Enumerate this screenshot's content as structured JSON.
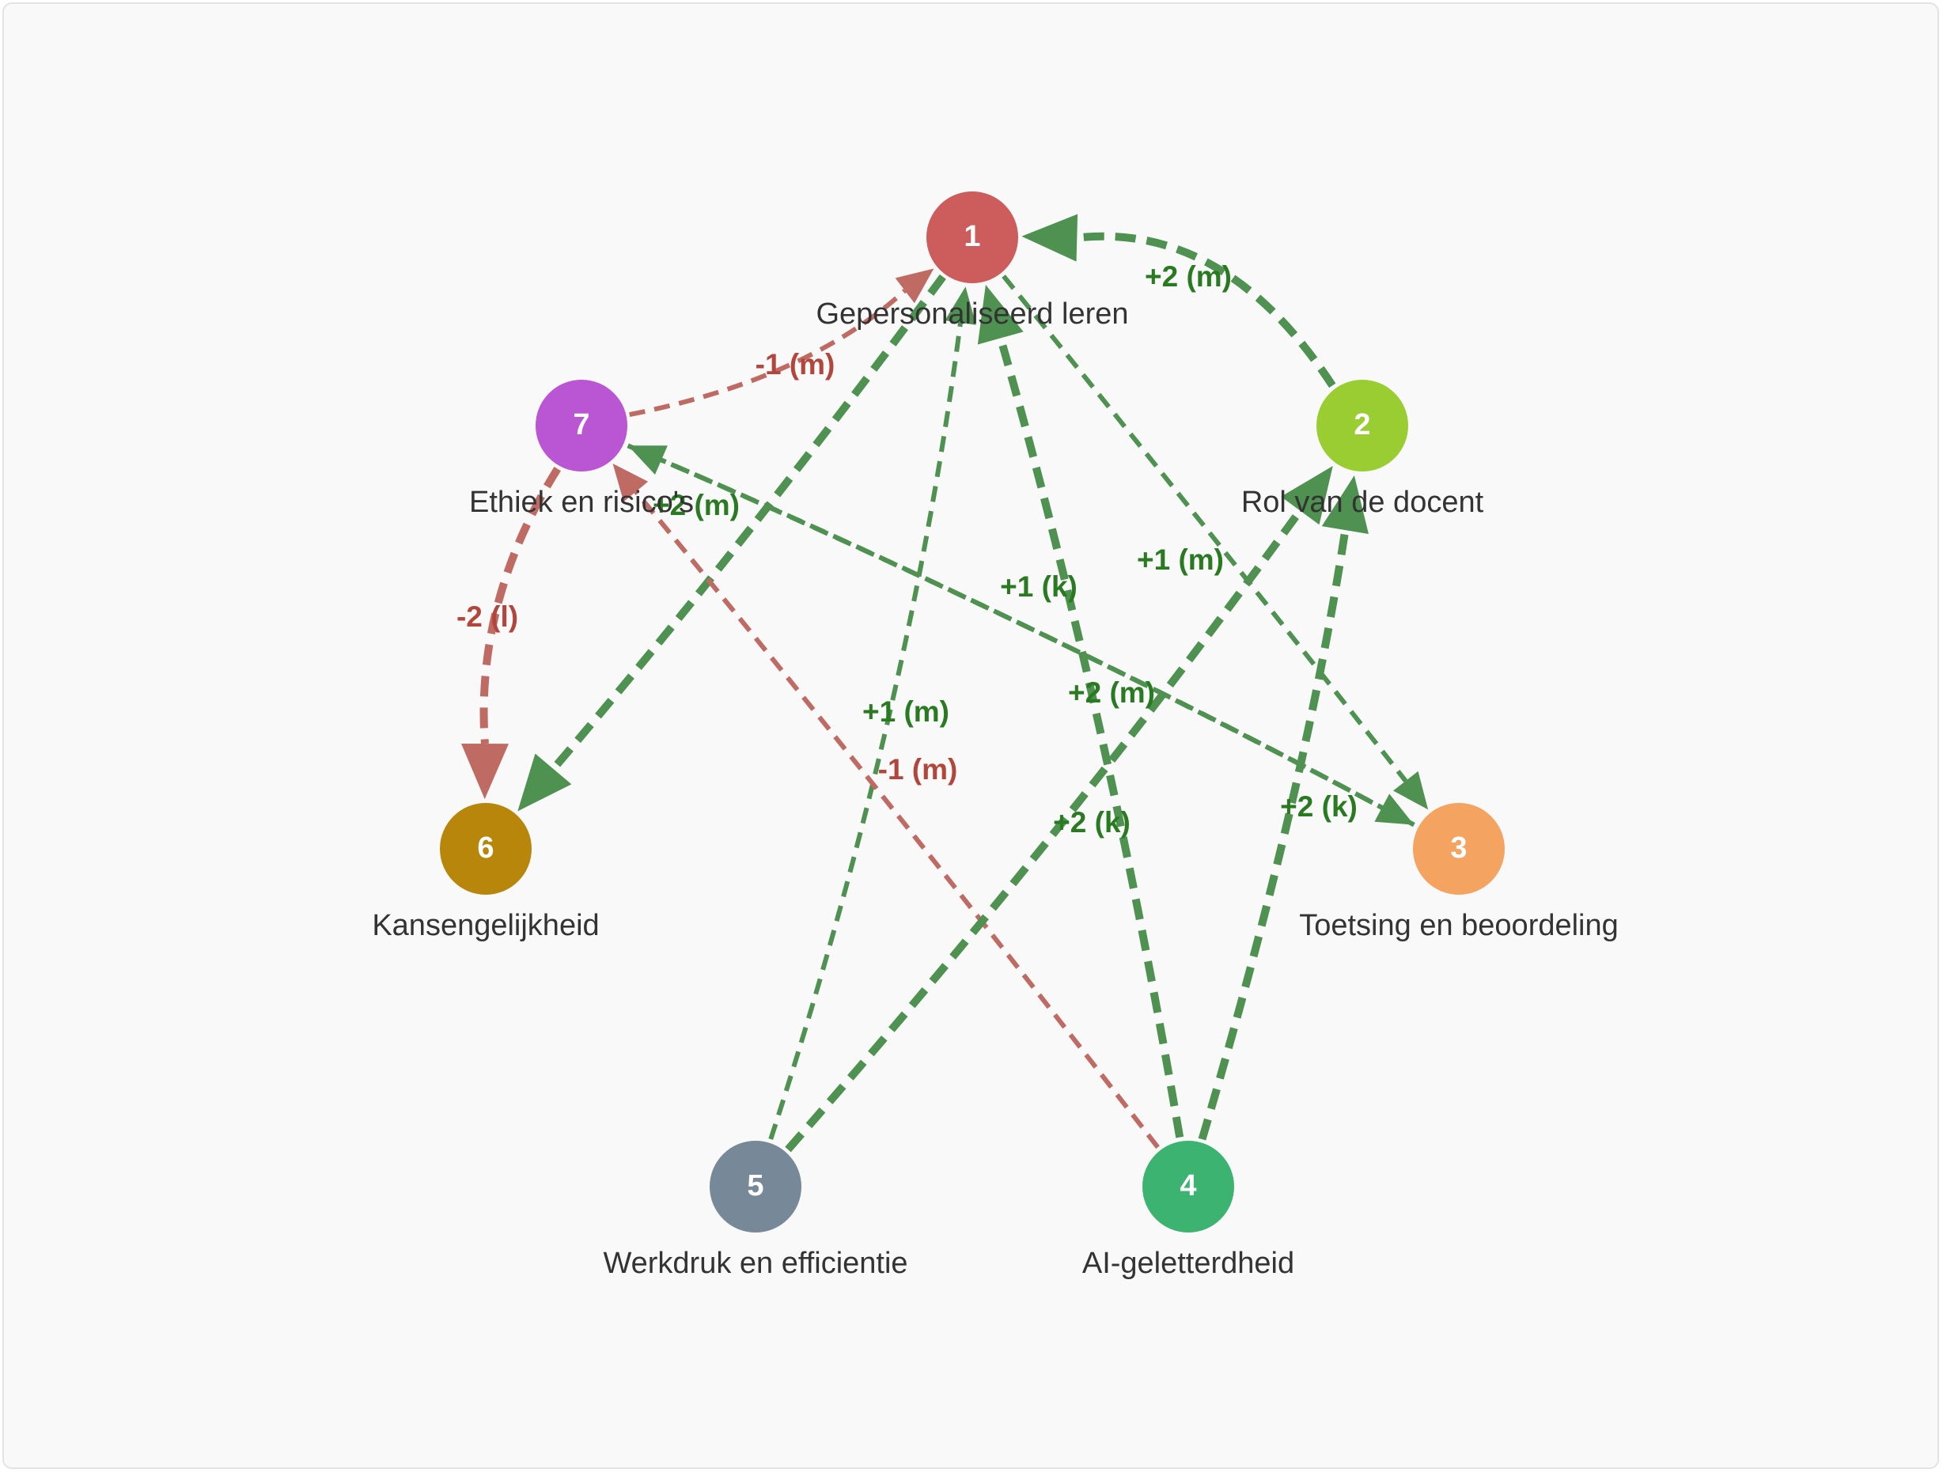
{
  "colors": {
    "positive": "#4e9150",
    "negative": "#bf6b64",
    "positive_text": "#2a7a22",
    "negative_text": "#b2463c"
  },
  "nodes": [
    {
      "id": "1",
      "label": "Gepersonaliseerd leren",
      "color": "#cd5c5c"
    },
    {
      "id": "2",
      "label": "Rol van de docent",
      "color": "#9acd32"
    },
    {
      "id": "3",
      "label": "Toetsing en beoordeling",
      "color": "#f4a460"
    },
    {
      "id": "4",
      "label": "AI-geletterdheid",
      "color": "#3cb371"
    },
    {
      "id": "5",
      "label": "Werkdruk en efficientie",
      "color": "#778899"
    },
    {
      "id": "6",
      "label": "Kansengelijkheid",
      "color": "#b8860b"
    },
    {
      "id": "7",
      "label": "Ethiek en risico's",
      "color": "#ba55d3"
    }
  ],
  "edges": [
    {
      "from": "2",
      "to": "1",
      "label": "+2 (m)",
      "sign": "positive",
      "weight": 2
    },
    {
      "from": "7",
      "to": "1",
      "label": "-1 (m)",
      "sign": "negative",
      "weight": 1
    },
    {
      "from": "1",
      "to": "6",
      "label": "+2 (m)",
      "sign": "positive",
      "weight": 2
    },
    {
      "from": "7",
      "to": "6",
      "label": "-2 (l)",
      "sign": "negative",
      "weight": 2
    },
    {
      "from": "5",
      "to": "1",
      "label": "+1 (m)",
      "sign": "positive",
      "weight": 1
    },
    {
      "from": "4",
      "to": "1",
      "label": "+2 (m)",
      "sign": "positive",
      "weight": 2
    },
    {
      "from": "1",
      "to": "3",
      "label": "+1 (m)",
      "sign": "positive",
      "weight": 1
    },
    {
      "from": "7",
      "to": "3",
      "label": "+1 (k)",
      "sign": "positive",
      "weight": 1
    },
    {
      "from": "3",
      "to": "7",
      "label": "",
      "sign": "positive",
      "weight": 1
    },
    {
      "from": "4",
      "to": "7",
      "label": "-1 (m)",
      "sign": "negative",
      "weight": 1
    },
    {
      "from": "5",
      "to": "2",
      "label": "+2 (k)",
      "sign": "positive",
      "weight": 2
    },
    {
      "from": "4",
      "to": "2",
      "label": "+2 (k)",
      "sign": "positive",
      "weight": 2
    }
  ]
}
